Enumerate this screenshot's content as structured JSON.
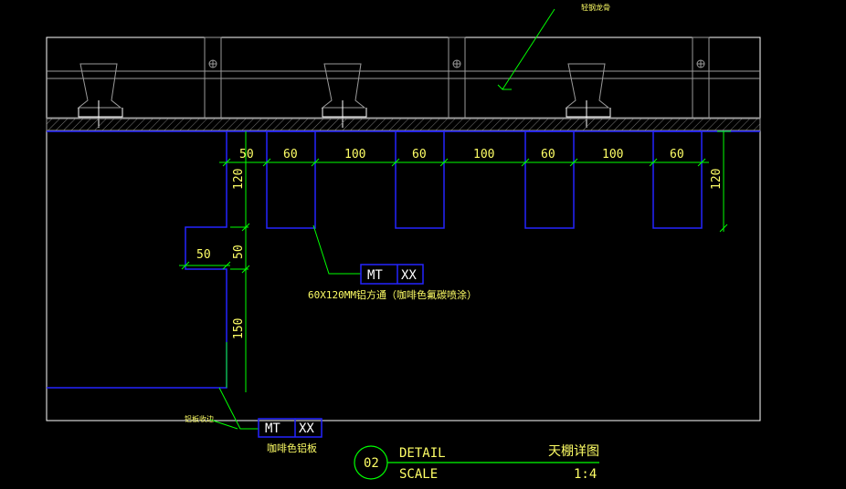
{
  "colors": {
    "background": "#000000",
    "frame": "#ffffff",
    "ceiling": "#2424ff",
    "dimension": "#00ff00",
    "text": "#ffff66",
    "grey": "#9a9a9a"
  },
  "top_dimensions": [
    "50",
    "60",
    "100",
    "60",
    "100",
    "60",
    "100",
    "60"
  ],
  "right_dimension": "120",
  "left_dimensions": {
    "upper": "120",
    "step_width": "50",
    "step_height": "50",
    "lower": "150"
  },
  "callout_tube": {
    "tag_left": "MT",
    "tag_right": "XX",
    "note": "60X120MM铝方通（咖啡色氟碳喷涂）"
  },
  "callout_board": {
    "tag_left": "MT",
    "tag_right": "XX",
    "note": "咖啡色铝板"
  },
  "top_note": "轻钢龙骨",
  "side_note": "铝板收边",
  "title_block": {
    "number": "02",
    "detail_label": "DETAIL",
    "scale_label": "SCALE",
    "title": "天棚详图",
    "scale": "1:4"
  }
}
